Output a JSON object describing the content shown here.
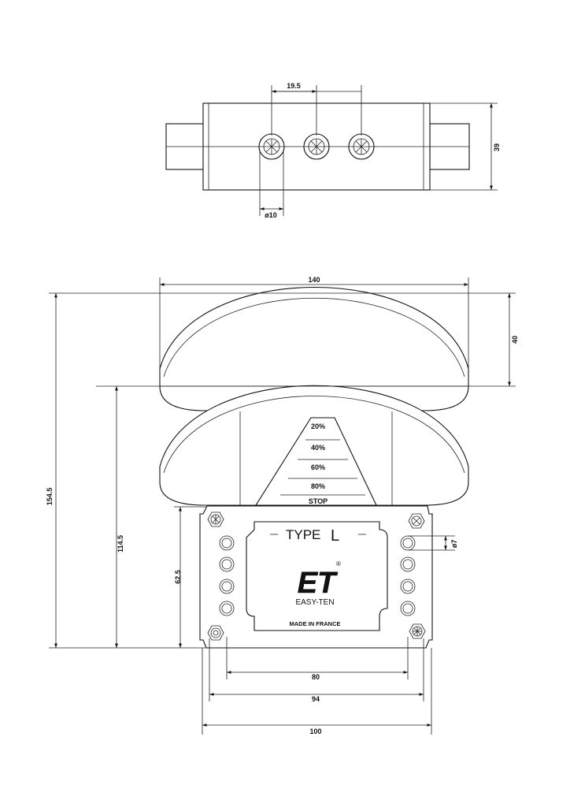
{
  "dimensions": {
    "top_spacing": "19.5",
    "top_height": "39",
    "top_bore": "ø10",
    "width_arc": "140",
    "arc_height": "40",
    "total_height": "154.5",
    "body_height": "114.5",
    "plate_height": "62.5",
    "hole_dia": "ø7",
    "hole_span_inner": "80",
    "hole_span_outer": "94",
    "plate_width": "100"
  },
  "gauge": {
    "marks": [
      "20%",
      "40%",
      "60%",
      "80%"
    ],
    "stop": "STOP"
  },
  "label": {
    "type_word": "TYPE",
    "type_letter": "L",
    "logo": "ET",
    "logo_mark": "®",
    "brand": "EASY-TEN",
    "origin": "MADE IN FRANCE"
  }
}
